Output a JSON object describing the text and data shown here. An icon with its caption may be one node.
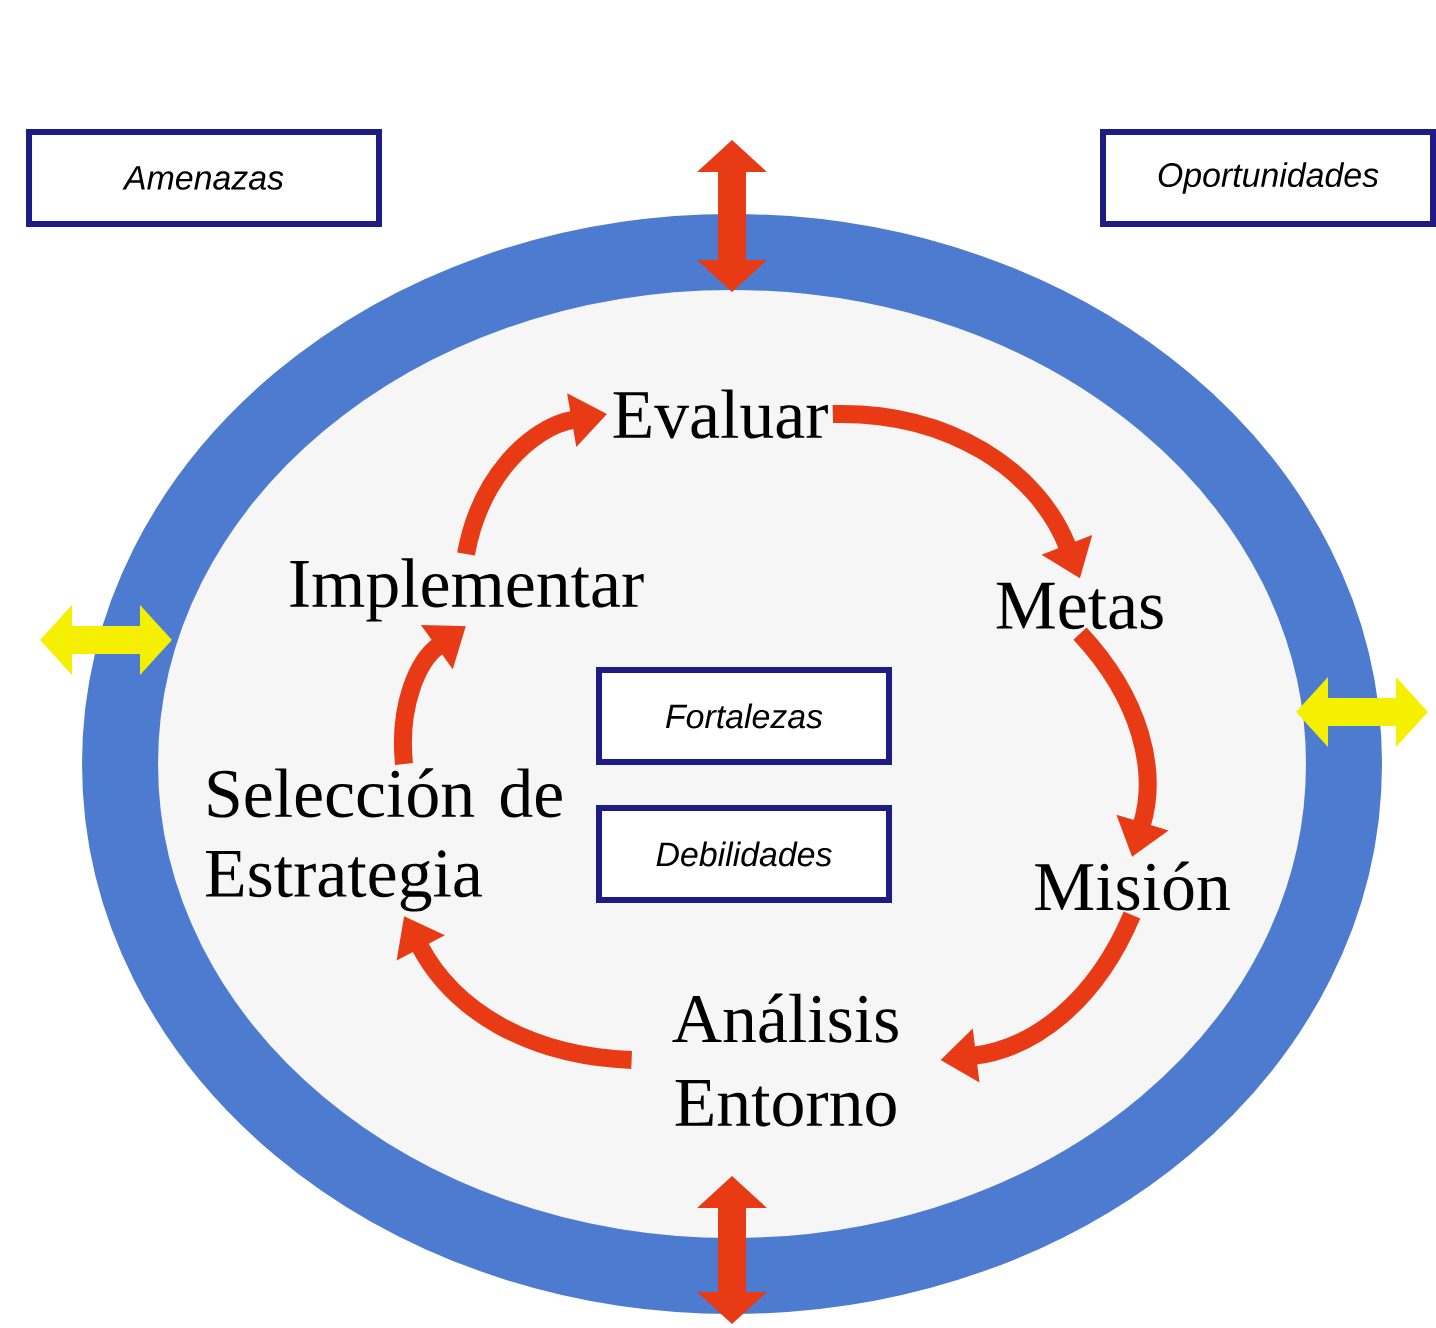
{
  "diagram": {
    "nodes": [
      {
        "text": [
          "Amenazas"
        ]
      },
      {
        "text": [
          "Oportunidades"
        ]
      },
      {
        "text": [
          "Evaluar"
        ]
      },
      {
        "text": [
          "Implementar"
        ]
      },
      {
        "text": [
          "Metas"
        ]
      },
      {
        "text": [
          "Fortalezas"
        ]
      },
      {
        "text": [
          "Selección de Estrategia"
        ]
      },
      {
        "text": [
          "Debilidades"
        ]
      },
      {
        "text": [
          "Misión"
        ]
      },
      {
        "text": [
          "Análisis Entorno"
        ]
      }
    ],
    "edges": [
      {
        "from": 2,
        "to": 4,
        "arrow": "to"
      },
      {
        "from": 4,
        "to": 8,
        "arrow": "to"
      },
      {
        "from": 8,
        "to": 9,
        "arrow": "to"
      },
      {
        "from": 9,
        "to": 6,
        "arrow": "to"
      },
      {
        "from": 6,
        "to": 3,
        "arrow": "to"
      },
      {
        "from": 3,
        "to": 2,
        "arrow": "to"
      }
    ]
  }
}
